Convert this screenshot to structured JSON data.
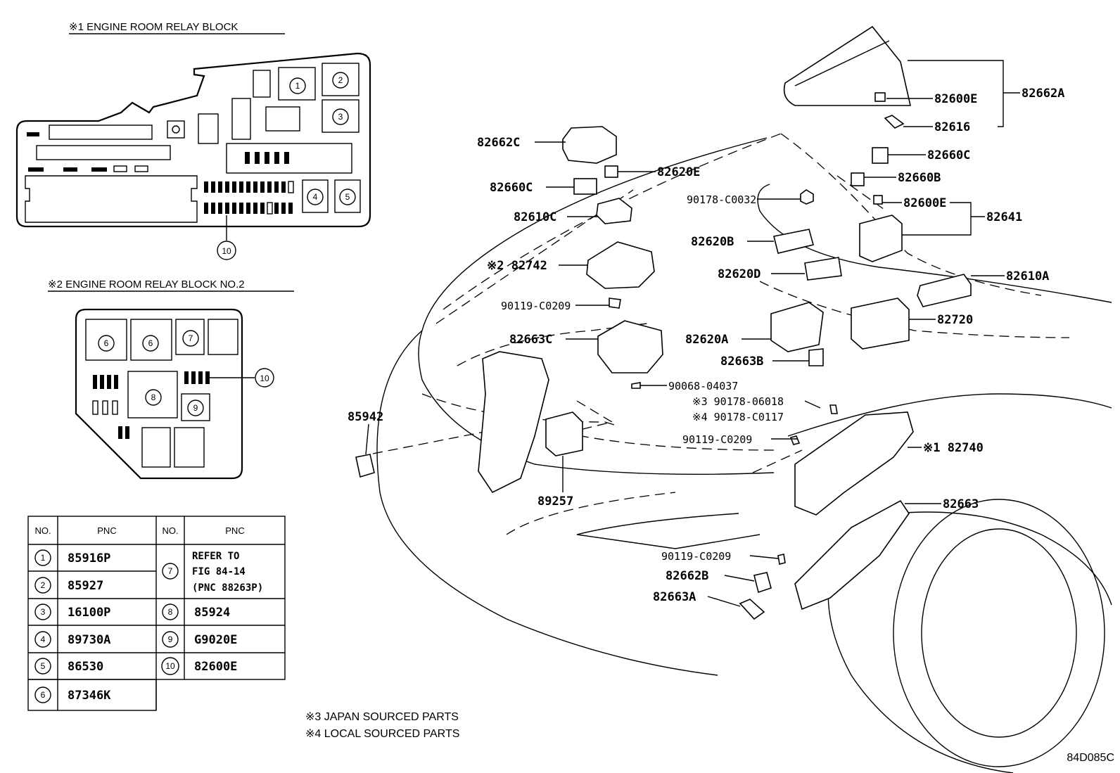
{
  "relay_block_1": {
    "title": "※1 ENGINE ROOM RELAY BLOCK",
    "circles": [
      "1",
      "2",
      "3",
      "4",
      "5",
      "10"
    ]
  },
  "relay_block_2": {
    "title": "※2 ENGINE ROOM RELAY BLOCK NO.2",
    "circles": [
      "6",
      "6",
      "7",
      "8",
      "9",
      "10"
    ]
  },
  "pnc_table": {
    "header_no": "NO.",
    "header_pnc": "PNC",
    "left_rows": [
      {
        "no": "1",
        "pnc": "85916P"
      },
      {
        "no": "2",
        "pnc": "85927"
      },
      {
        "no": "3",
        "pnc": "16100P"
      },
      {
        "no": "4",
        "pnc": "89730A"
      },
      {
        "no": "5",
        "pnc": "86530"
      },
      {
        "no": "6",
        "pnc": "87346K"
      }
    ],
    "right_rows": [
      {
        "no": "7",
        "pnc_lines": [
          "REFER TO",
          "FIG 84-14",
          "(PNC 88263P)"
        ]
      },
      {
        "no": "8",
        "pnc": "85924"
      },
      {
        "no": "9",
        "pnc": "G9020E"
      },
      {
        "no": "10",
        "pnc": "82600E"
      }
    ]
  },
  "part_labels": {
    "p82662A": "82662A",
    "p82600E_top": "82600E",
    "p82616": "82616",
    "p82662C": "82662C",
    "p82660C_right": "82660C",
    "p82620E": "82620E",
    "p82660C_left": "82660C",
    "p82660B": "82660B",
    "p90178C0032": "90178-C0032",
    "p82600E_mid": "82600E",
    "p82641": "82641",
    "p82610C": "82610C",
    "p82620B": "82620B",
    "p82742": "※2 82742",
    "p82620D": "82620D",
    "p82610A": "82610A",
    "p90119_1": "90119-C0209",
    "p82720": "82720",
    "p82663C": "82663C",
    "p82620A": "82620A",
    "p82663B": "82663B",
    "p90068": "90068-04037",
    "p90178_06018": "※3 90178-06018",
    "p90178_C0117": "※4 90178-C0117",
    "p85942": "85942",
    "p90119_2": "90119-C0209",
    "p82740": "※1 82740",
    "p89257": "89257",
    "p82663": "82663",
    "p90119_3": "90119-C0209",
    "p82662B": "82662B",
    "p82663A": "82663A"
  },
  "notes": {
    "note3": "※3 JAPAN SOURCED PARTS",
    "note4": "※4 LOCAL SOURCED PARTS"
  },
  "figure_code": "84D085C"
}
